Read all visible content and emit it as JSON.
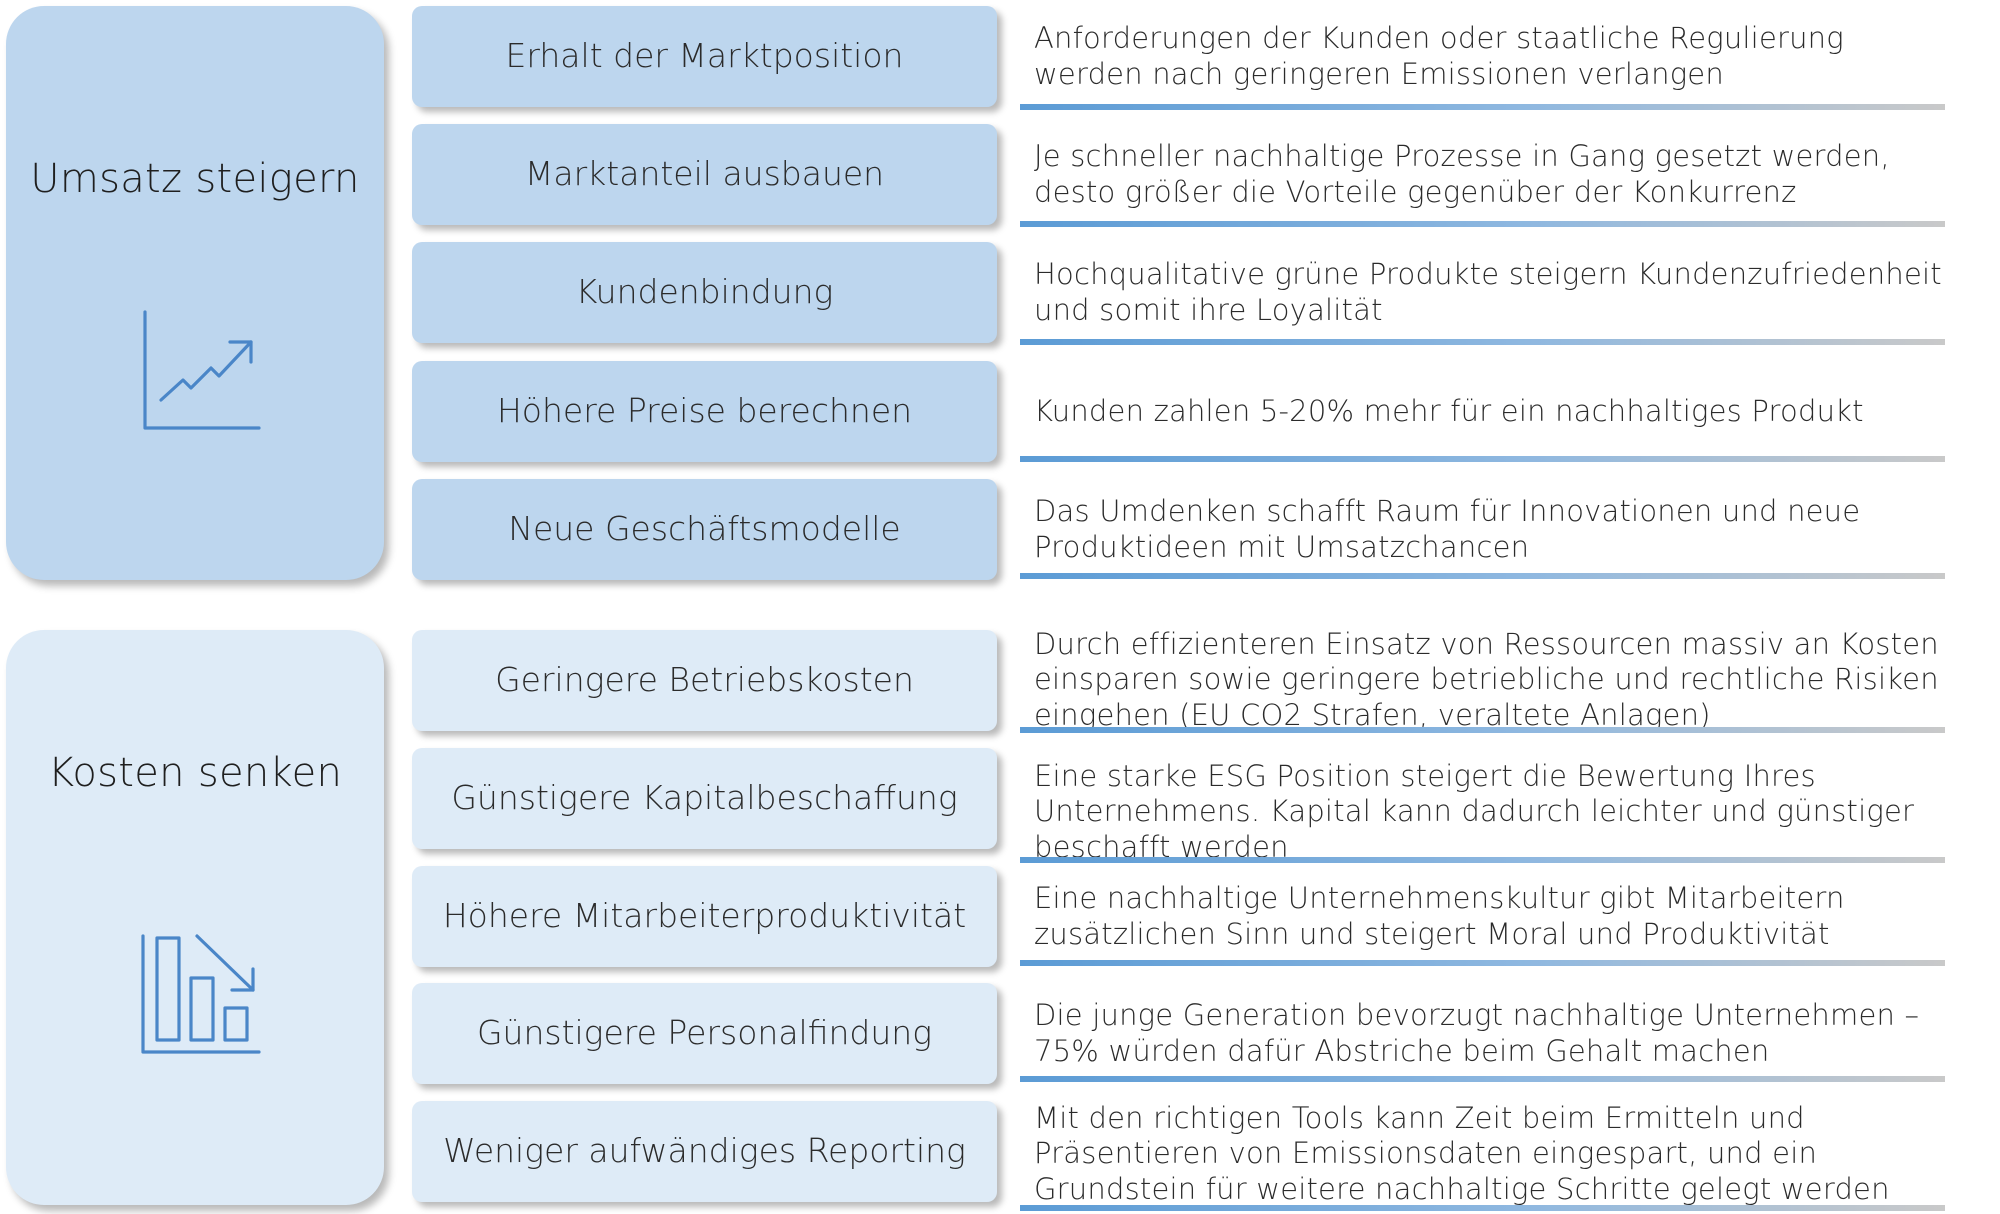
{
  "groups": [
    {
      "title": "Umsatz steigern",
      "icon": "line-chart-up-icon",
      "items": [
        {
          "label": "Erhalt der Marktposition",
          "desc": "Anforderungen der Kunden oder staatliche Regulierung werden nach geringeren Emissionen verlangen"
        },
        {
          "label": "Marktanteil ausbauen",
          "desc": "Je schneller nachhaltige Prozesse in Gang gesetzt werden, desto größer die Vorteile gegenüber der Konkurrenz"
        },
        {
          "label": "Kundenbindung",
          "desc": "Hochqualitative grüne Produkte steigern Kundenzufriedenheit und somit ihre Loyalität"
        },
        {
          "label": "Höhere Preise berechnen",
          "desc": "Kunden zahlen 5-20% mehr für ein nachhaltiges Produkt"
        },
        {
          "label": "Neue Geschäftsmodelle",
          "desc": "Das Umdenken schafft Raum für Innovationen und neue Produktideen mit Umsatzchancen"
        }
      ]
    },
    {
      "title": "Kosten senken",
      "icon": "bar-chart-down-icon",
      "items": [
        {
          "label": "Geringere Betriebskosten",
          "desc": "Durch effizienteren Einsatz von Ressourcen massiv an Kosten einsparen sowie geringere betriebliche und rechtliche Risiken eingehen (EU CO2 Strafen, veraltete Anlagen)"
        },
        {
          "label": "Günstigere Kapitalbeschaffung",
          "desc": "Eine starke ESG Position steigert die Bewertung Ihres Unternehmens. Kapital kann dadurch leichter und günstiger beschafft werden"
        },
        {
          "label": "Höhere Mitarbeiterproduktivität",
          "desc": "Eine nachhaltige Unternehmenskultur gibt Mitarbeitern zusätzlichen Sinn und steigert Moral und Produktivität"
        },
        {
          "label": "Günstigere Personalfindung",
          "desc": "Die junge Generation bevorzugt nachhaltige Unternehmen – 75% würden dafür Abstriche beim Gehalt machen"
        },
        {
          "label": "Weniger aufwändiges Reporting",
          "desc": "Mit den richtigen Tools kann Zeit beim Ermitteln und Präsentieren von Emissionsdaten eingespart, und ein Grundstein für weitere nachhaltige Schritte gelegt werden"
        }
      ]
    }
  ],
  "colors": {
    "group_up": "#bdd6ee",
    "group_down": "#deebf7",
    "icon": "#4a86c8",
    "line_accent": "#5b9bd5"
  }
}
